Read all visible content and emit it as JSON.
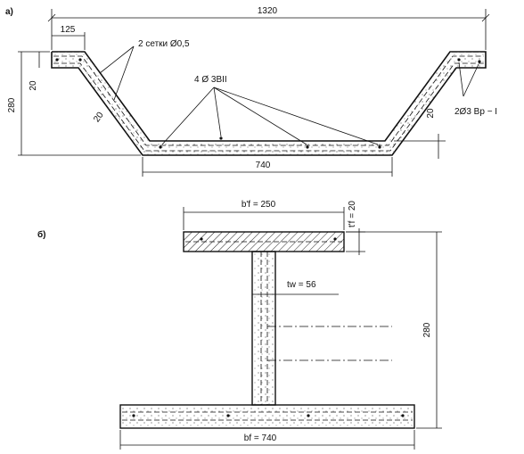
{
  "part_a": {
    "label": "а)",
    "dim_total": "1320",
    "dim_flange": "125",
    "dim_height": "280",
    "dim_20_left": "20",
    "dim_20_slope": "20",
    "dim_20_right": "20",
    "dim_bottom": "740",
    "callout_mesh": "2 сетки Ø0,5",
    "callout_bars": "4 Ø 3ВII",
    "callout_wire": "2Ø3 Bр − I"
  },
  "part_b": {
    "label": "б)",
    "dim_top_flange": "b'f = 250",
    "dim_flange_thk": "t'f = 20",
    "dim_web": "tw = 56",
    "dim_height": "280",
    "dim_bottom_flange": "bf = 740"
  }
}
